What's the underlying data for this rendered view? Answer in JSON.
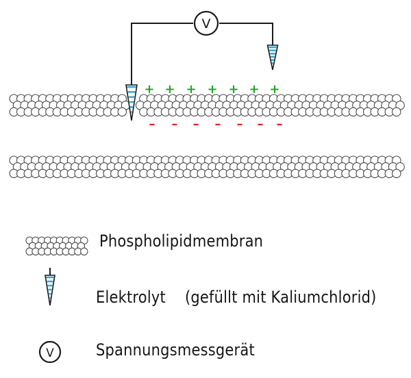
{
  "voltmeter": {
    "symbol": "V"
  },
  "charges": {
    "positive": "+",
    "negative": "–"
  },
  "legend": {
    "membrane_label": "Phospholipidmembran",
    "electrolyte_label": "Elektrolyt",
    "electrolyte_note": "(gefüllt mit Kaliumchlorid)",
    "voltmeter_label": "Spannungsmessgerät",
    "voltmeter_symbol": "V"
  },
  "colors": {
    "ink": "#1a1a1a",
    "circle_stroke": "#4a4a4a",
    "electrode_blue": "#3aa9d8",
    "positive": "#22a524",
    "negative": "#e32222"
  },
  "icons": [
    "phospholipid-icon",
    "electrode-icon",
    "voltmeter-icon"
  ]
}
